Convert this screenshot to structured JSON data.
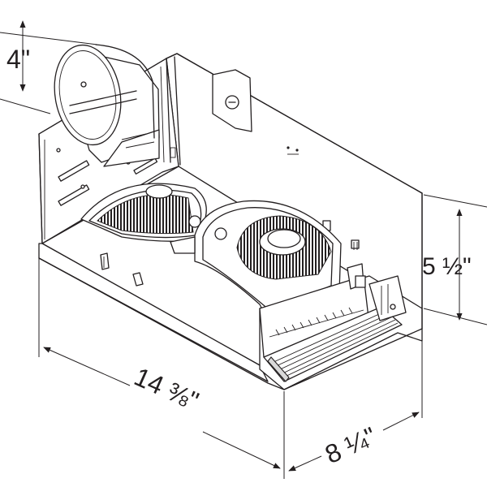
{
  "dimensions": {
    "duct_diameter": "4\"",
    "height": "5 ½\"",
    "length": "14 ⅜\"",
    "width": "8 ¼\""
  },
  "colors": {
    "line": "#231f20",
    "background": "#ffffff",
    "shade": "#d9d9d9"
  }
}
